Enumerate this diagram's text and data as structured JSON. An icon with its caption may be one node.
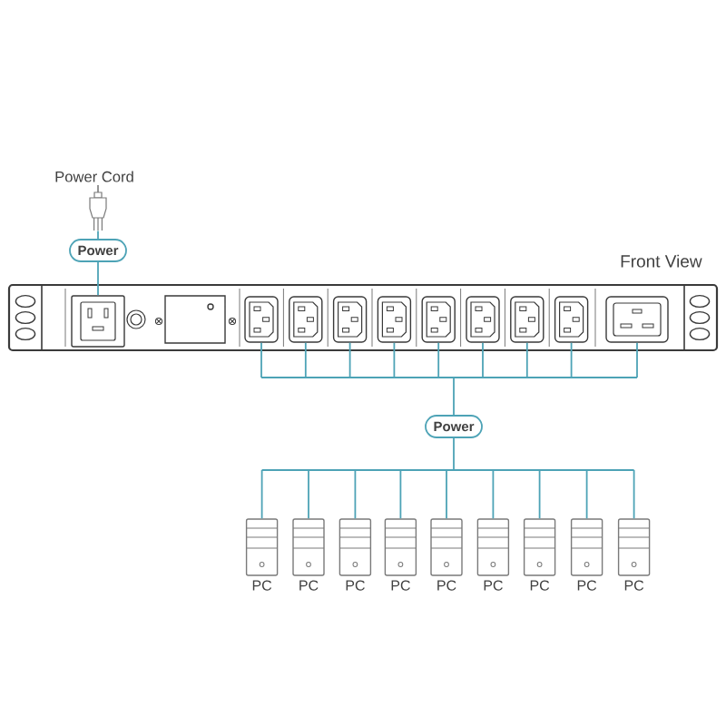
{
  "diagram": {
    "nodes": [
      {
        "text": [],
        "shape": "picture",
        "beside": [
          "Power Cord"
        ]
      },
      {
        "text": [
          "Power"
        ]
      },
      {
        "text": [],
        "shape": "picture",
        "beside": [
          "Front View"
        ]
      },
      {
        "text": [],
        "shape": "picture",
        "in": 2
      },
      {
        "text": [],
        "shape": "picture",
        "in": 2
      },
      {
        "text": [],
        "shape": "picture",
        "in": 2
      },
      {
        "text": [],
        "shape": "picture",
        "in": 2
      },
      {
        "text": [],
        "shape": "picture",
        "in": 2
      },
      {
        "text": [],
        "shape": "picture",
        "in": 2
      },
      {
        "text": [],
        "shape": "picture",
        "in": 2
      },
      {
        "text": [],
        "shape": "picture",
        "in": 2
      },
      {
        "text": [],
        "shape": "picture",
        "in": 2
      },
      {
        "text": [],
        "shape": "picture",
        "in": 2
      },
      {
        "text": [
          "Power"
        ]
      },
      {
        "text": [],
        "shape": "picture",
        "beside": [
          "PC"
        ]
      },
      {
        "text": [],
        "shape": "picture",
        "beside": [
          "PC"
        ]
      },
      {
        "text": [],
        "shape": "picture",
        "beside": [
          "PC"
        ]
      },
      {
        "text": [],
        "shape": "picture",
        "beside": [
          "PC"
        ]
      },
      {
        "text": [],
        "shape": "picture",
        "beside": [
          "PC"
        ]
      },
      {
        "text": [],
        "shape": "picture",
        "beside": [
          "PC"
        ]
      },
      {
        "text": [],
        "shape": "picture",
        "beside": [
          "PC"
        ]
      },
      {
        "text": [],
        "shape": "picture",
        "beside": [
          "PC"
        ]
      },
      {
        "text": [],
        "shape": "picture",
        "beside": [
          "PC"
        ]
      }
    ],
    "edges": [
      {
        "from": 0,
        "to": 1,
        "arrow": "none"
      },
      {
        "from": 1,
        "to": 3,
        "arrow": "none"
      },
      {
        "from": 4,
        "to": 13,
        "arrow": "none"
      },
      {
        "from": 5,
        "to": 13,
        "arrow": "none"
      },
      {
        "from": 6,
        "to": 13,
        "arrow": "none"
      },
      {
        "from": 7,
        "to": 13,
        "arrow": "none"
      },
      {
        "from": 8,
        "to": 13,
        "arrow": "none"
      },
      {
        "from": 9,
        "to": 13,
        "arrow": "none"
      },
      {
        "from": 10,
        "to": 13,
        "arrow": "none"
      },
      {
        "from": 11,
        "to": 13,
        "arrow": "none"
      },
      {
        "from": 12,
        "to": 13,
        "arrow": "none"
      },
      {
        "from": 13,
        "to": 14,
        "arrow": "none"
      },
      {
        "from": 13,
        "to": 15,
        "arrow": "none"
      },
      {
        "from": 13,
        "to": 16,
        "arrow": "none"
      },
      {
        "from": 13,
        "to": 17,
        "arrow": "none"
      },
      {
        "from": 13,
        "to": 18,
        "arrow": "none"
      },
      {
        "from": 13,
        "to": 19,
        "arrow": "none"
      },
      {
        "from": 13,
        "to": 20,
        "arrow": "none"
      },
      {
        "from": 13,
        "to": 21,
        "arrow": "none"
      },
      {
        "from": 13,
        "to": 22,
        "arrow": "none"
      }
    ]
  }
}
